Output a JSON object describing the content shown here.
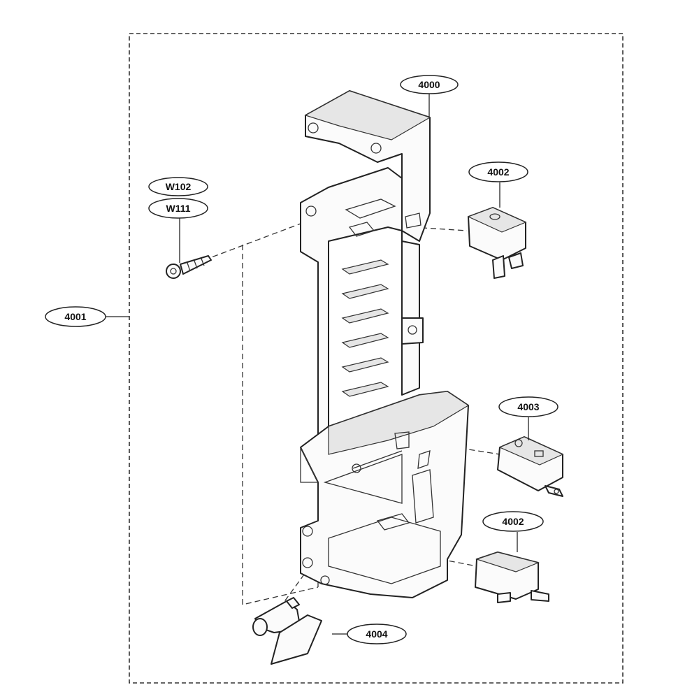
{
  "callouts": {
    "c4000": "4000",
    "c4001": "4001",
    "c4002_top": "4002",
    "c4002_bottom": "4002",
    "c4003": "4003",
    "c4004": "4004",
    "cW102": "W102",
    "cW111": "W111"
  }
}
